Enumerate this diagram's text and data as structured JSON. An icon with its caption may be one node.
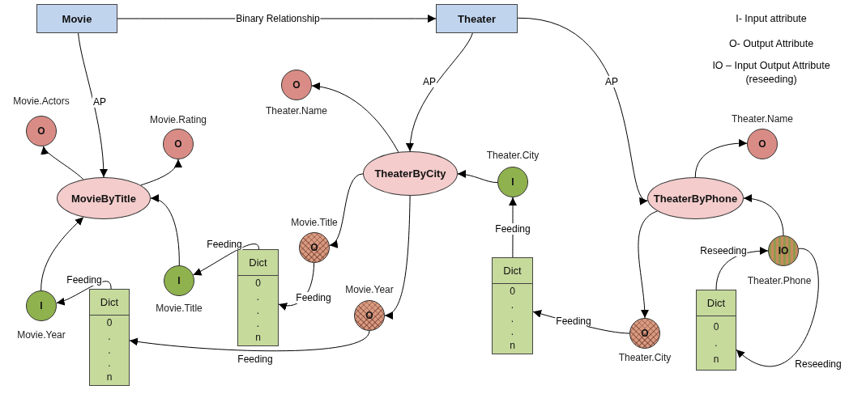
{
  "diagram": {
    "nodes": [
      {
        "text": [
          "Movie"
        ]
      },
      {
        "text": [
          "Theater"
        ]
      },
      {
        "text": [
          "MovieByTitle"
        ]
      },
      {
        "text": [
          "O"
        ],
        "beside": [
          "Movie.Actors"
        ]
      },
      {
        "text": [
          "O"
        ],
        "beside": [
          "Movie.Rating"
        ]
      },
      {
        "text": [
          "I"
        ],
        "beside": [
          "Movie.Year"
        ]
      },
      {
        "text": [
          "Dict",
          "0 . . . n"
        ]
      },
      {
        "text": [
          "I"
        ],
        "beside": [
          "Movie.Title"
        ]
      },
      {
        "text": [
          "Dict",
          "0 . . . n"
        ]
      },
      {
        "text": [
          "TheaterByCity"
        ]
      },
      {
        "text": [
          "O"
        ],
        "beside": [
          "Theater.Name"
        ]
      },
      {
        "text": [
          "O"
        ],
        "beside": [
          "Movie.Title"
        ]
      },
      {
        "text": [
          "O"
        ],
        "beside": [
          "Movie.Year"
        ]
      },
      {
        "text": [
          "I"
        ],
        "beside": [
          "Theater.City"
        ]
      },
      {
        "text": [
          "Dict",
          "0 . . . n"
        ]
      },
      {
        "text": [
          "TheaterByPhone"
        ]
      },
      {
        "text": [
          "O"
        ],
        "beside": [
          "Theater.Name"
        ]
      },
      {
        "text": [
          "O"
        ],
        "beside": [
          "Theater.City"
        ]
      },
      {
        "text": [
          "IO"
        ],
        "beside": [
          "Theater.Phone"
        ]
      },
      {
        "text": [
          "Dict",
          "0 . n"
        ]
      }
    ],
    "edges": [
      {
        "from": 0,
        "to": 1,
        "arrow": "to",
        "label": "Binary Relationship"
      },
      {
        "from": 0,
        "to": 2,
        "arrow": "to",
        "label": "AP"
      },
      {
        "from": 1,
        "to": 9,
        "arrow": "to",
        "label": "AP"
      },
      {
        "from": 1,
        "to": 15,
        "arrow": "to",
        "label": "AP"
      },
      {
        "from": 2,
        "to": 3,
        "arrow": "to"
      },
      {
        "from": 2,
        "to": 4,
        "arrow": "to"
      },
      {
        "from": 5,
        "to": 2,
        "arrow": "to"
      },
      {
        "from": 6,
        "to": 5,
        "arrow": "to",
        "label": "Feeding"
      },
      {
        "from": 7,
        "to": 2,
        "arrow": "to"
      },
      {
        "from": 8,
        "to": 7,
        "arrow": "to",
        "label": "Feeding"
      },
      {
        "from": 9,
        "to": 10,
        "arrow": "to"
      },
      {
        "from": 9,
        "to": 11,
        "arrow": "to"
      },
      {
        "from": 11,
        "to": 8,
        "arrow": "to",
        "label": "Feeding"
      },
      {
        "from": 9,
        "to": 12,
        "arrow": "to"
      },
      {
        "from": 12,
        "to": 6,
        "arrow": "to",
        "label": "Feeding"
      },
      {
        "from": 13,
        "to": 9,
        "arrow": "to"
      },
      {
        "from": 14,
        "to": 13,
        "arrow": "to",
        "label": "Feeding"
      },
      {
        "from": 15,
        "to": 16,
        "arrow": "to"
      },
      {
        "from": 15,
        "to": 17,
        "arrow": "to"
      },
      {
        "from": 17,
        "to": 14,
        "arrow": "to",
        "label": "Feeding"
      },
      {
        "from": 18,
        "to": 15,
        "arrow": "to"
      },
      {
        "from": 19,
        "to": 18,
        "arrow": "to",
        "label": "Reseeding"
      },
      {
        "from": 18,
        "to": 19,
        "arrow": "to",
        "label": "Reseeding"
      }
    ],
    "labels": [
      "I- Input attribute",
      "O- Output Attribute",
      "IO – Input Output Attribute (reseeding)"
    ]
  }
}
